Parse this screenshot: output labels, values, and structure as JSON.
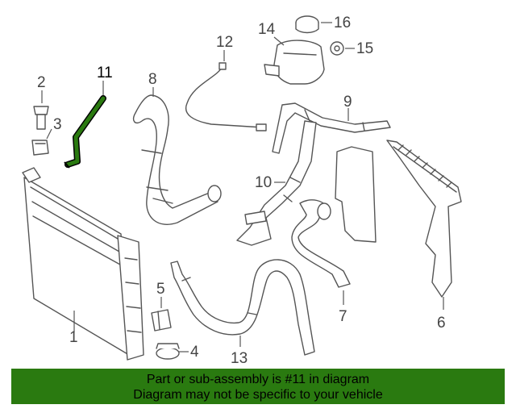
{
  "callouts": {
    "c1": "1",
    "c2": "2",
    "c3": "3",
    "c4": "4",
    "c5": "5",
    "c6": "6",
    "c7": "7",
    "c8": "8",
    "c9": "9",
    "c10": "10",
    "c11": "11",
    "c12": "12",
    "c13": "13",
    "c14": "14",
    "c15": "15",
    "c16": "16"
  },
  "highlighted_part": "11",
  "highlight_color": "#2a7a10",
  "banner": {
    "line1": "Part or sub-assembly is #11 in diagram",
    "line2": "Diagram may not be specific to your vehicle",
    "color": "#2a7a10"
  }
}
